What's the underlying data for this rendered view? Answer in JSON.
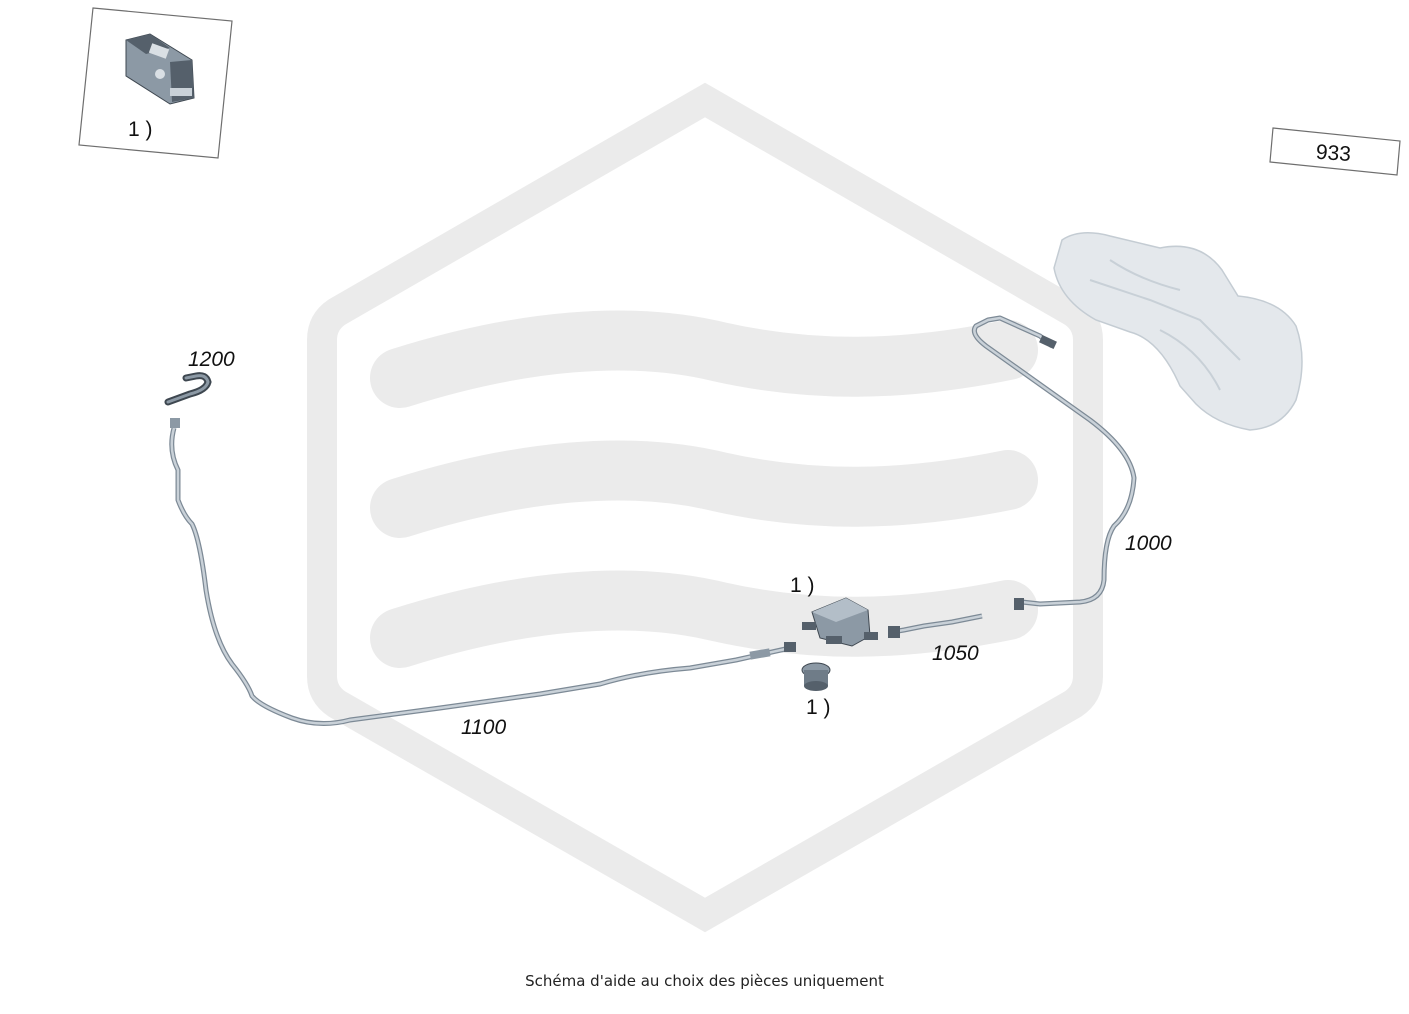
{
  "colors": {
    "watermark": "#ebebeb",
    "tube": "#b9c3cc",
    "tube_outline": "#7d8a96",
    "part_dark": "#55606b",
    "part_mid": "#8c99a5",
    "tank": "#e4e8ec"
  },
  "labels": {
    "tank_ref": "933",
    "line_1000": "1000",
    "line_1050": "1050",
    "line_1100": "1100",
    "line_1200": "1200",
    "inset_ref": "1  )",
    "filter_ref": "1  )",
    "cap_ref": "1  )"
  },
  "caption": "Schéma d'aide au choix des pièces uniquement"
}
